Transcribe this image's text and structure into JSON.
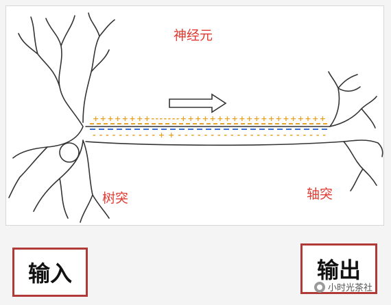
{
  "labels": {
    "neuron": "神经元",
    "dendrite": "树突",
    "axon_terminal": "轴突",
    "input": "输入",
    "output": "输出"
  },
  "watermark": {
    "text": "小时光茶社",
    "icon": "wechat-logo-icon"
  },
  "charges": {
    "top_row": "+ + + + + + + + - - - - - - - + + + + + + + + + + + + + + + + + + + +",
    "bottom_row": "- - - - - - - - - - + + - - - - - - - - - - - - - - - - - - - - - - -"
  },
  "colors": {
    "label_text": "#e03a31",
    "box_border": "#b03a38",
    "positive_charge": "#e8a020",
    "negative_charge": "#3a6fd8",
    "neuron_outline": "#333333"
  },
  "icons": {
    "direction": "right-arrow-outline-icon"
  }
}
